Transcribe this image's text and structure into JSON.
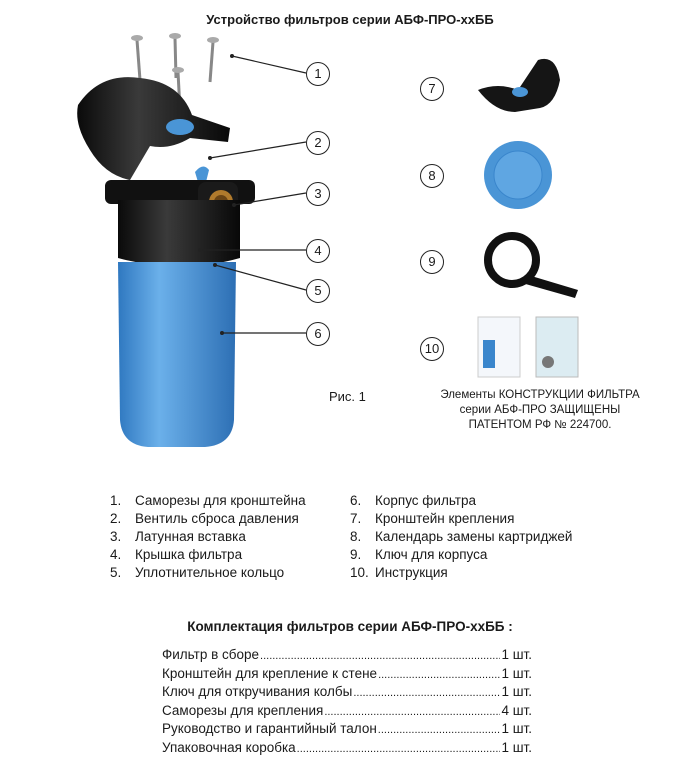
{
  "title": "Устройство фильтров серии АБФ-ПРО-ххББ",
  "callouts": [
    "1",
    "2",
    "3",
    "4",
    "5",
    "6",
    "7",
    "8",
    "9",
    "10"
  ],
  "figure_label": "Рис. 1",
  "patent_note": [
    "Элементы КОНСТРУКЦИИ ФИЛЬТРА",
    "серии АБФ-ПРО ЗАЩИЩЕНЫ",
    "ПАТЕНТОМ РФ № 224700."
  ],
  "parts": [
    {
      "num": "1.",
      "label": "Саморезы для кронштейна"
    },
    {
      "num": "2.",
      "label": "Вентиль сброса давления"
    },
    {
      "num": "3.",
      "label": "Латунная вставка"
    },
    {
      "num": "4.",
      "label": "Крышка фильтра"
    },
    {
      "num": "5.",
      "label": "Уплотнительное кольцо"
    },
    {
      "num": "6.",
      "label": "Корпус фильтра"
    },
    {
      "num": "7.",
      "label": "Кронштейн крепления"
    },
    {
      "num": "8.",
      "label": "Календарь замены картриджей"
    },
    {
      "num": "9.",
      "label": "Ключ для корпуса"
    },
    {
      "num": "10.",
      "label": "Инструкция"
    }
  ],
  "kit": {
    "title": "Комплектация фильтров серии АБФ-ПРО-ххББ :",
    "items": [
      {
        "name": "Фильтр в сборе",
        "qty": "1 шт."
      },
      {
        "name": "Кронштейн для крепление к стене",
        "qty": "1 шт."
      },
      {
        "name": "Ключ для откручивания колбы ",
        "qty": "1 шт."
      },
      {
        "name": "Саморезы для крепления",
        "qty": "4 шт."
      },
      {
        "name": "Руководство и гарантийный талон",
        "qty": "1 шт."
      },
      {
        "name": "Упаковочная коробка",
        "qty": "1 шт."
      }
    ]
  },
  "colors": {
    "blue": "#4a95d6",
    "black": "#141414"
  }
}
